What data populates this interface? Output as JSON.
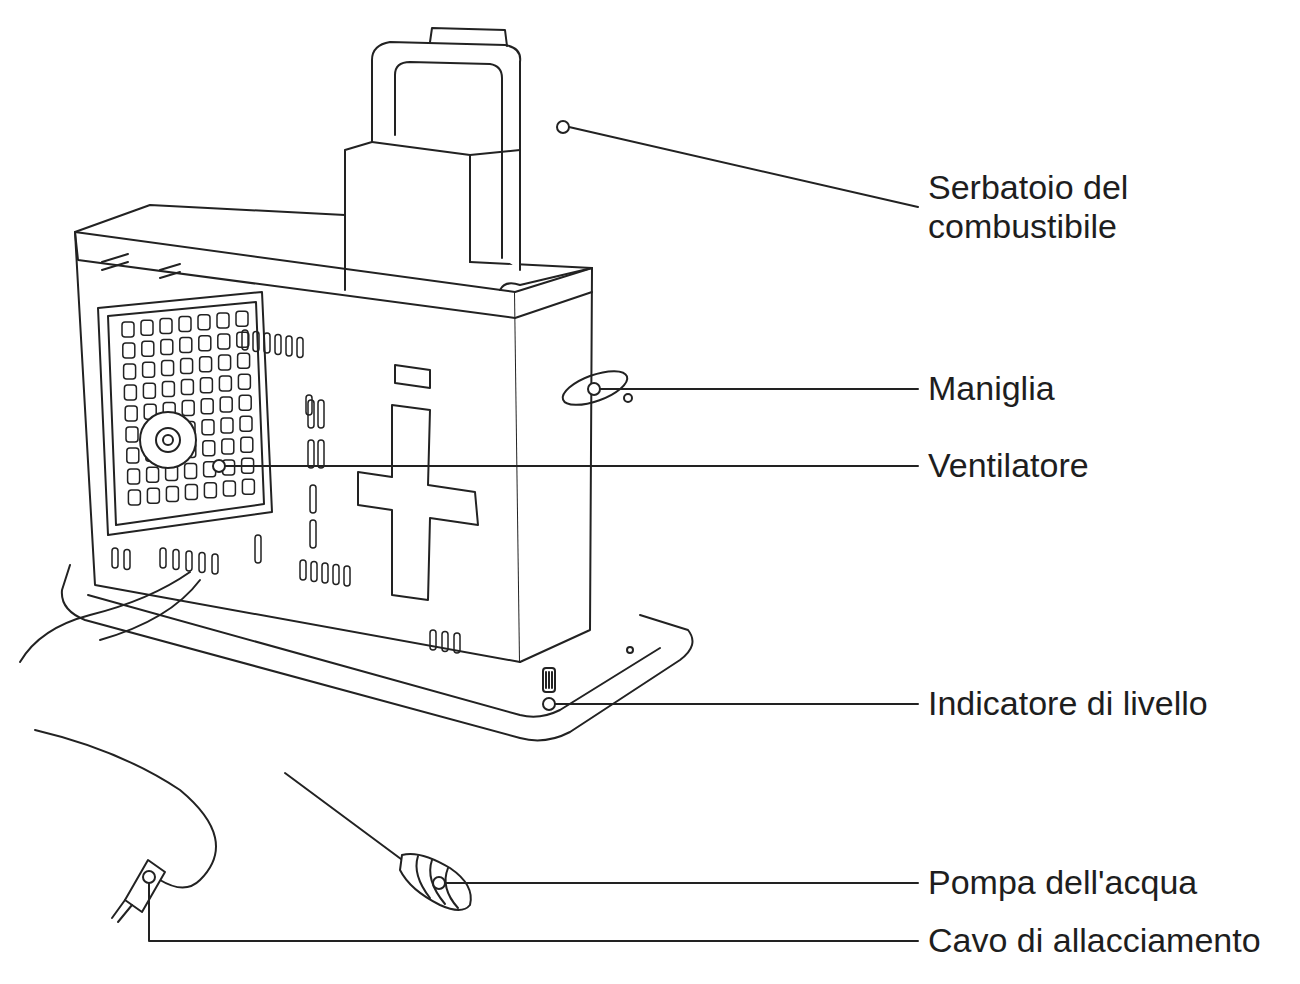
{
  "diagram": {
    "labels": [
      "Serbatoio del combustibile",
      "Maniglia",
      "Ventilatore",
      "Indicatore di livello",
      "Pompa dell'acqua",
      "Cavo di allacciamento"
    ]
  }
}
